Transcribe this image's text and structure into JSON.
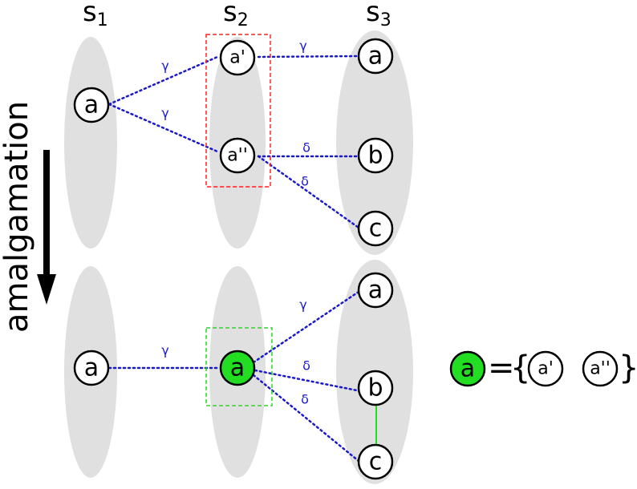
{
  "columns": [
    {
      "base": "s",
      "sub": "1"
    },
    {
      "base": "s",
      "sub": "2"
    },
    {
      "base": "s",
      "sub": "3"
    }
  ],
  "side_label": "amalgamation",
  "top": {
    "s1": [
      "a"
    ],
    "s2": [
      "a'",
      "a''"
    ],
    "s3": [
      "a",
      "b",
      "c"
    ],
    "edges": [
      {
        "label": "γ"
      },
      {
        "label": "γ"
      },
      {
        "label": "γ"
      },
      {
        "label": "δ"
      },
      {
        "label": "δ"
      }
    ]
  },
  "bottom": {
    "s1": [
      "a"
    ],
    "s2": [
      "a"
    ],
    "s3": [
      "a",
      "b",
      "c"
    ],
    "edges": [
      {
        "label": "γ"
      },
      {
        "label": "γ"
      },
      {
        "label": "δ"
      },
      {
        "label": "δ"
      }
    ]
  },
  "equation": {
    "lhs": "a",
    "equals": "=",
    "open_brace": "{",
    "members": [
      "a'",
      "a''"
    ],
    "close_brace": "}"
  },
  "colors": {
    "edge": "#1a1acc",
    "merged_node": "#22dd22",
    "red_box": "#ff2020",
    "green_box": "#22dd22",
    "column_background": "#e0e0e0"
  }
}
